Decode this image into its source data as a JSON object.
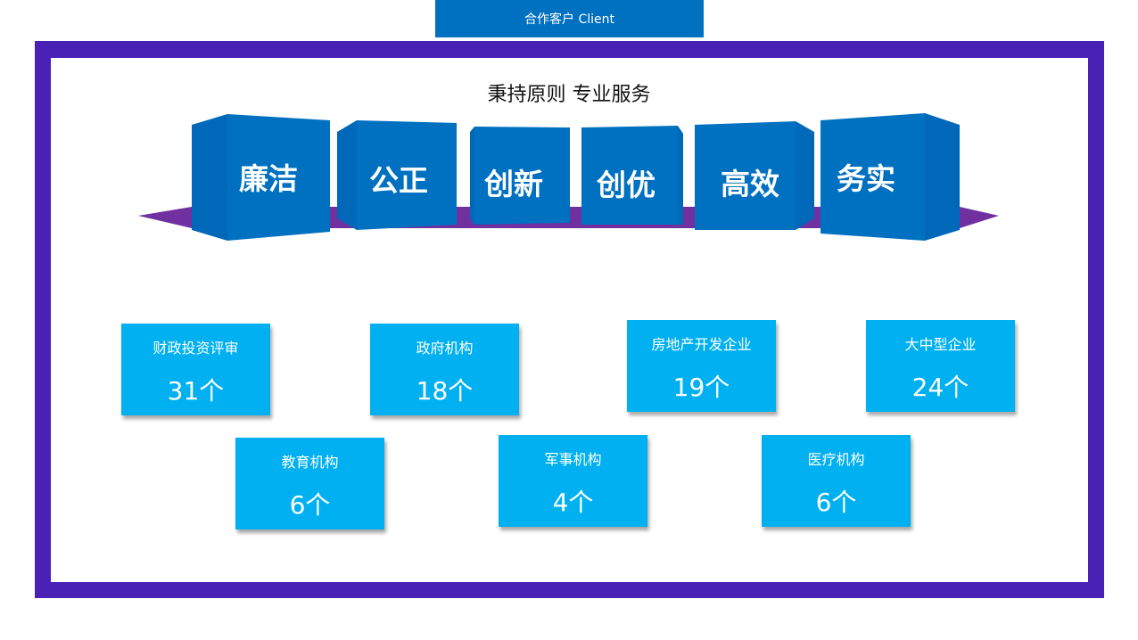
{
  "header": {
    "tab_label": "合作客户  Client"
  },
  "title": "秉持原则  专业服务",
  "principles": [
    "廉洁",
    "公正",
    "创新",
    "创优",
    "高效",
    "务实"
  ],
  "categories": [
    {
      "name": "财政投资评审",
      "count": "31个"
    },
    {
      "name": "政府机构",
      "count": "18个"
    },
    {
      "name": "房地产开发企业",
      "count": "19个"
    },
    {
      "name": "大中型企业",
      "count": "24个"
    },
    {
      "name": "教育机构",
      "count": "6个"
    },
    {
      "name": "军事机构",
      "count": "4个"
    },
    {
      "name": "医疗机构",
      "count": "6个"
    }
  ],
  "colors": {
    "frame": "#4a21b5",
    "cube": "#0070c0",
    "card": "#00b0f0",
    "ribbon": "#7030a0"
  }
}
